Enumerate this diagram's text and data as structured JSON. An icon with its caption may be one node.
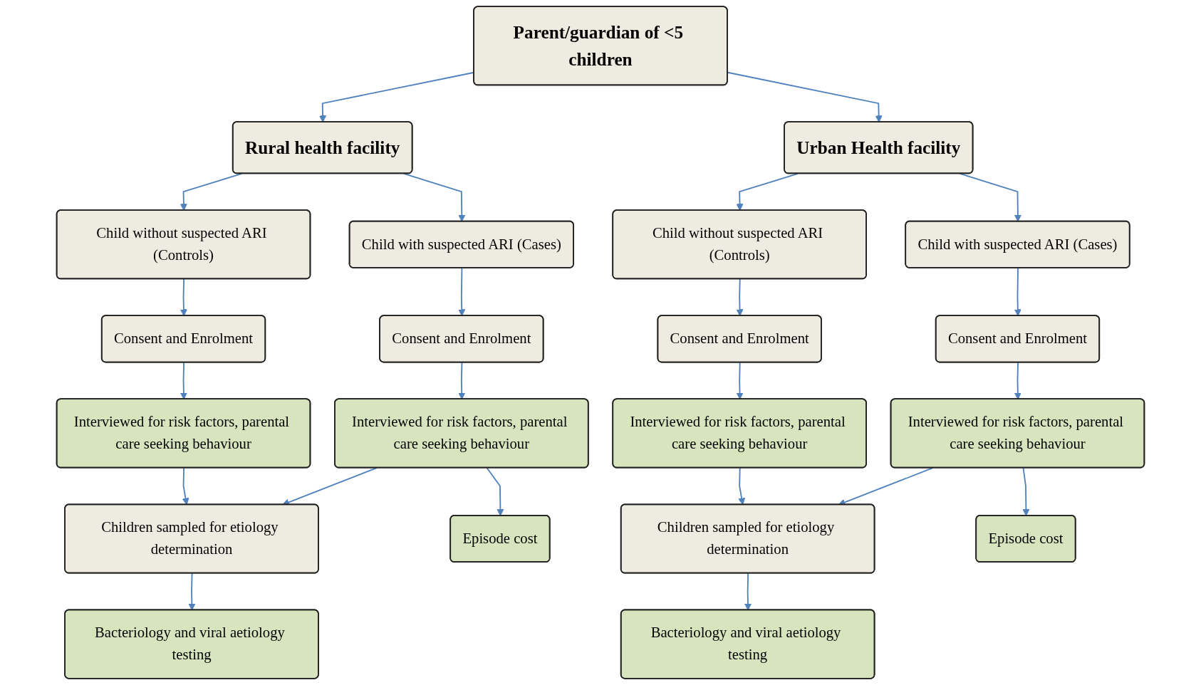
{
  "diagram": {
    "nodes": [
      {
        "text": [
          "Parent/guardian of <5 children"
        ]
      },
      {
        "text": [
          "Rural health facility"
        ]
      },
      {
        "text": [
          "Urban Health facility"
        ]
      },
      {
        "text": [
          "Child without suspected ARI (Controls)"
        ]
      },
      {
        "text": [
          "Child with suspected ARI (Cases)"
        ]
      },
      {
        "text": [
          "Consent and Enrolment"
        ]
      },
      {
        "text": [
          "Consent and Enrolment"
        ]
      },
      {
        "text": [
          "Interviewed for risk factors, parental care seeking behaviour"
        ]
      },
      {
        "text": [
          "Interviewed for risk factors, parental care seeking behaviour"
        ]
      },
      {
        "text": [
          "Children sampled for etiology determination"
        ]
      },
      {
        "text": [
          "Episode cost"
        ]
      },
      {
        "text": [
          "Bacteriology and viral aetiology testing"
        ]
      },
      {
        "text": [
          "Child without suspected ARI (Controls)"
        ]
      },
      {
        "text": [
          "Child with suspected ARI (Cases)"
        ]
      },
      {
        "text": [
          "Consent and Enrolment"
        ]
      },
      {
        "text": [
          "Consent and Enrolment"
        ]
      },
      {
        "text": [
          "Interviewed for risk factors, parental care seeking behaviour"
        ]
      },
      {
        "text": [
          "Interviewed for risk factors, parental care seeking behaviour"
        ]
      },
      {
        "text": [
          "Children sampled for etiology determination"
        ]
      },
      {
        "text": [
          "Episode cost"
        ]
      },
      {
        "text": [
          "Bacteriology and viral aetiology testing"
        ]
      }
    ],
    "edges": [
      {
        "from": 0,
        "to": 1,
        "arrow": "to"
      },
      {
        "from": 0,
        "to": 2,
        "arrow": "to"
      },
      {
        "from": 1,
        "to": 3,
        "arrow": "to"
      },
      {
        "from": 1,
        "to": 4,
        "arrow": "to"
      },
      {
        "from": 3,
        "to": 5,
        "arrow": "to"
      },
      {
        "from": 4,
        "to": 6,
        "arrow": "to"
      },
      {
        "from": 5,
        "to": 7,
        "arrow": "to"
      },
      {
        "from": 6,
        "to": 8,
        "arrow": "to"
      },
      {
        "from": 7,
        "to": 9,
        "arrow": "to"
      },
      {
        "from": 8,
        "to": 9,
        "arrow": "to"
      },
      {
        "from": 8,
        "to": 10,
        "arrow": "to"
      },
      {
        "from": 9,
        "to": 11,
        "arrow": "to"
      },
      {
        "from": 2,
        "to": 12,
        "arrow": "to"
      },
      {
        "from": 2,
        "to": 13,
        "arrow": "to"
      },
      {
        "from": 12,
        "to": 14,
        "arrow": "to"
      },
      {
        "from": 13,
        "to": 15,
        "arrow": "to"
      },
      {
        "from": 14,
        "to": 16,
        "arrow": "to"
      },
      {
        "from": 15,
        "to": 17,
        "arrow": "to"
      },
      {
        "from": 16,
        "to": 18,
        "arrow": "to"
      },
      {
        "from": 17,
        "to": 18,
        "arrow": "to"
      },
      {
        "from": 17,
        "to": 19,
        "arrow": "to"
      },
      {
        "from": 18,
        "to": 20,
        "arrow": "to"
      }
    ]
  }
}
